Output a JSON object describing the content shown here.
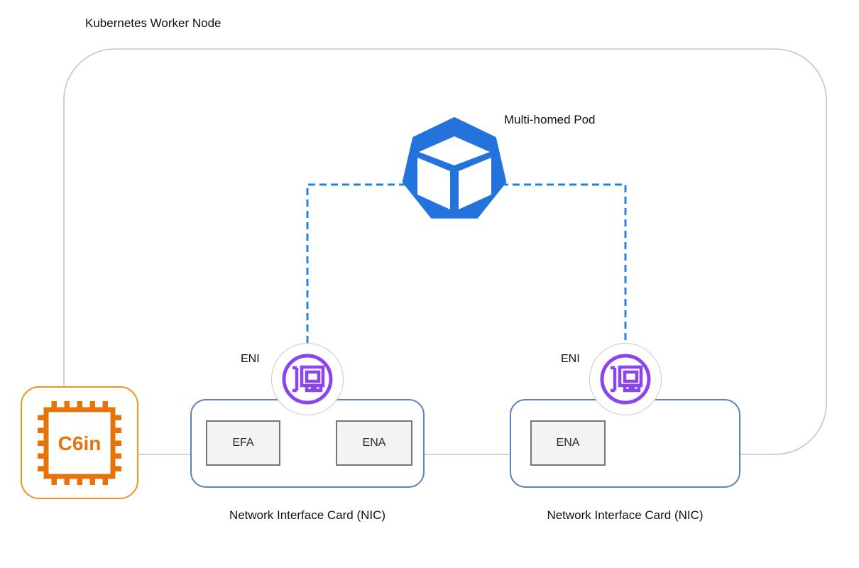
{
  "title": "Kubernetes Worker Node",
  "pod": {
    "label": "Multi-homed Pod"
  },
  "eni_left": {
    "label": "ENI"
  },
  "eni_right": {
    "label": "ENI"
  },
  "instance": {
    "label": "C6in"
  },
  "nic_left": {
    "label": "Network Interface Card (NIC)",
    "adapters": [
      "EFA",
      "ENA"
    ]
  },
  "nic_right": {
    "label": "Network Interface Card (NIC)",
    "adapters": [
      "ENA"
    ]
  },
  "colors": {
    "pod_blue": "#2472DB",
    "dashed_link_blue": "#1C86E8",
    "eni_purple": "#8A46EE",
    "nic_border_blue": "#5D82B8",
    "adapter_fill_gray": "#F3F3F3",
    "adapter_border_gray": "#767676",
    "instance_orange": "#E5740B",
    "instance_border_orange": "#F0931F",
    "node_border_gray": "#C5C5C5"
  }
}
